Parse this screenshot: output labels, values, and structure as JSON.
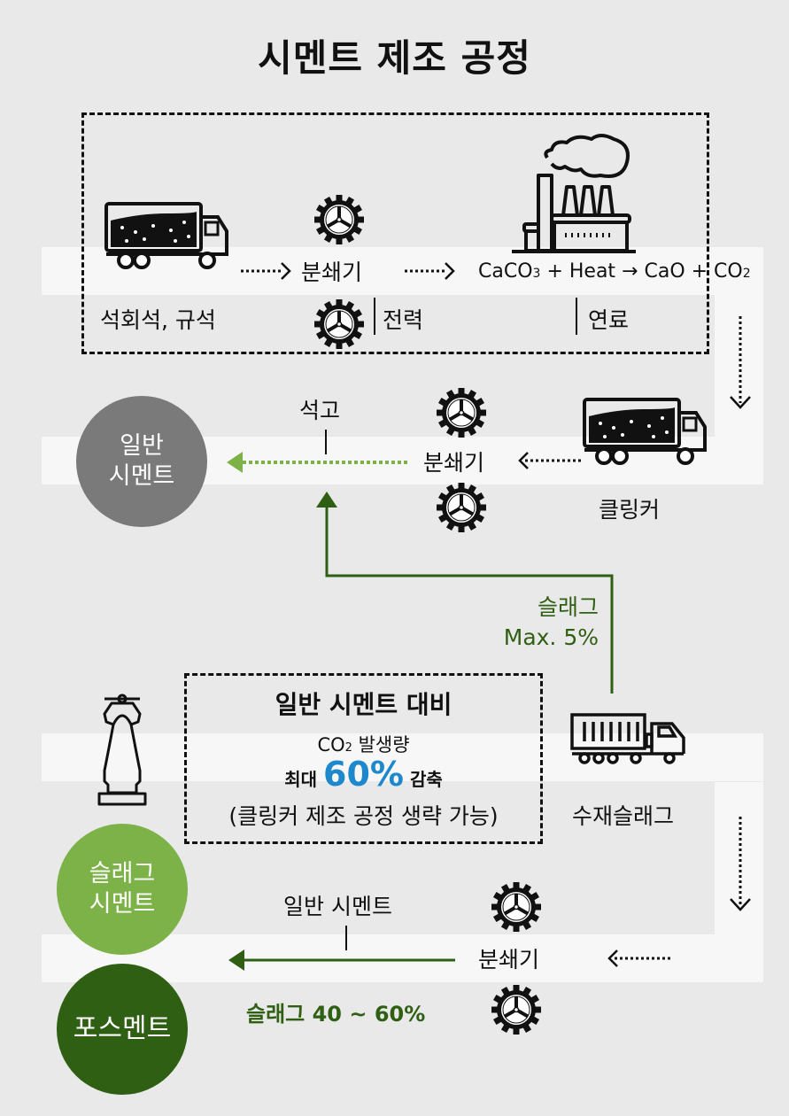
{
  "title": "시멘트 제조 공정",
  "colors": {
    "background": "#e9e9e9",
    "band": "#f7f7f7",
    "general_cement_circle": "#7a7a7a",
    "slag_cement_circle": "#7db249",
    "posment_circle": "#2f5f13",
    "dark_green": "#2f5f13",
    "light_green": "#7db249",
    "highlight_blue": "#1e88cc"
  },
  "stage1": {
    "raw_material_label": "석회석, 규석",
    "crusher_label": "분쇄기",
    "power_label": "전력",
    "reaction_formula": {
      "part1": "CaCO",
      "sub1": "3",
      "part2": " + Heat → CaO + CO",
      "sub2": "2"
    },
    "fuel_label": "연료"
  },
  "stage2": {
    "gypsum_label": "석고",
    "crusher_label": "분쇄기",
    "clinker_label": "클링커",
    "product_circle": {
      "line1": "일반",
      "line2": "시멘트"
    }
  },
  "slag_feed": {
    "label_line1": "슬래그",
    "label_line2": "Max. 5%"
  },
  "comparison_box": {
    "title": "일반 시멘트 대비",
    "line2_prefix": "CO",
    "line2_sub": "2",
    "line2_suffix": " 발생량",
    "line3_prefix": "최대 ",
    "line3_highlight": "60%",
    "line3_suffix": " 감축",
    "line4": "(클링커 제조 공정 생략 가능)"
  },
  "stage3": {
    "granulated_slag_label": "수재슬래그",
    "crusher_label": "분쇄기",
    "general_cement_label": "일반 시멘트",
    "slag_ratio_label": "슬래그 40 ~ 60%",
    "slag_cement_circle": {
      "line1": "슬래그",
      "line2": "시멘트"
    },
    "posment_circle": {
      "line1": "포스멘트"
    }
  },
  "icons": {
    "truck": "truck-icon",
    "gear": "gear-icon",
    "factory": "factory-icon",
    "container_truck": "container-truck-icon",
    "furnace": "blast-furnace-icon"
  }
}
